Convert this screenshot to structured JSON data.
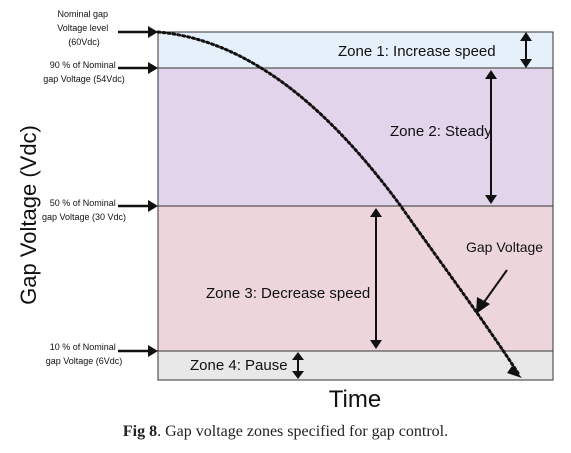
{
  "y_axis_label": "Gap Voltage  (Vdc)",
  "x_axis_label": "Time",
  "levels": [
    {
      "lines": [
        "Nominal gap",
        "Voltage level",
        "(60Vdc)"
      ]
    },
    {
      "lines": [
        "90 % of Nominal",
        "gap Voltage (54Vdc)"
      ]
    },
    {
      "lines": [
        "50 % of Nominal",
        "gap Voltage  (30 Vdc)"
      ]
    },
    {
      "lines": [
        "10 % of Nominal",
        "gap Voltage (6Vdc)"
      ]
    }
  ],
  "zones": [
    {
      "label": "Zone 1: Increase speed",
      "color": "#e6f0fa"
    },
    {
      "label": "Zone 2: Steady",
      "color": "#e2d4ea"
    },
    {
      "label": "Zone 3: Decrease speed",
      "color": "#ecd6dc"
    },
    {
      "label": "Zone 4: Pause",
      "color": "#e8e8e8"
    }
  ],
  "curve_label": "Gap Voltage",
  "caption": {
    "prefix": "Fig 8",
    "text": ". Gap voltage zones specified for gap control."
  }
}
